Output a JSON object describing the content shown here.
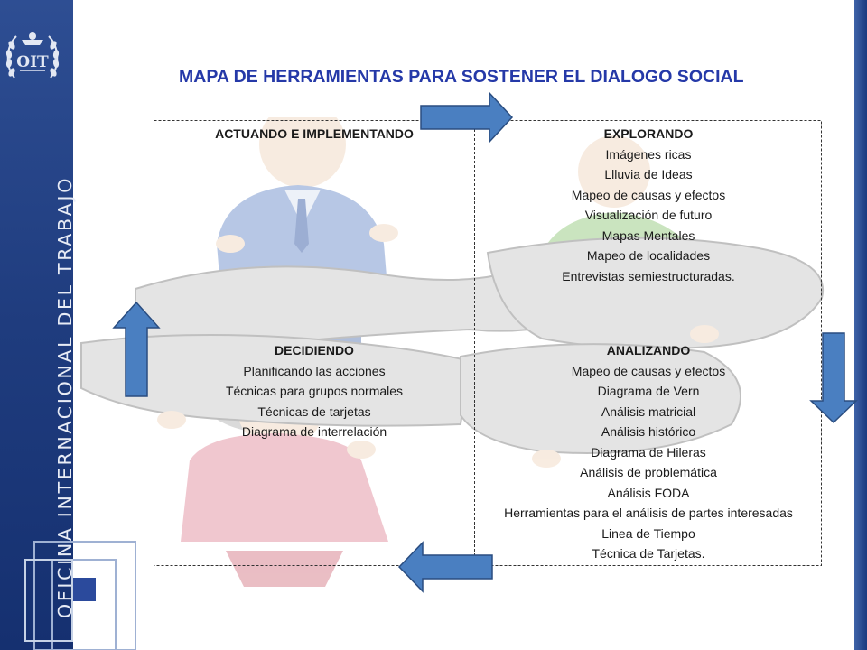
{
  "sidebar": {
    "vertical_text": "OFICINA INTERNACIONAL DEL TRABAJO",
    "logo_text": "OIT"
  },
  "title": "MAPA DE HERRAMIENTAS PARA SOSTENER EL DIALOGO SOCIAL",
  "quadrants": {
    "top_left": {
      "heading": "ACTUANDO E IMPLEMENTANDO",
      "items": []
    },
    "top_right": {
      "heading": "EXPLORANDO",
      "items": [
        "Imágenes ricas",
        "Llluvia de Ideas",
        "Mapeo de causas y efectos",
        "Visualización de futuro",
        "Mapas Mentales",
        "Mapeo de localidades",
        "Entrevistas semiestructuradas."
      ]
    },
    "bottom_left": {
      "heading": "DECIDIENDO",
      "items": [
        "Planificando las acciones",
        "Técnicas para grupos normales",
        "Técnicas de tarjetas",
        "Diagrama de interrelación"
      ]
    },
    "bottom_right": {
      "heading": "ANALIZANDO",
      "items": [
        "Mapeo de causas y efectos",
        "Diagrama de Vern",
        "Análisis matricial",
        "Análisis histórico",
        "Diagrama de Hileras",
        "Análisis de problemática",
        "Análisis FODA",
        "Herramientas para el análisis de partes interesadas",
        "Linea de Tiempo",
        "Técnica de Tarjetas."
      ]
    }
  },
  "colors": {
    "sidebar": "#1f3c7e",
    "title": "#2539a8",
    "arrow_fill": "#4a7fc1",
    "arrow_stroke": "#2a4d80"
  },
  "icons": [
    "oit-logo-icon",
    "arrow-right-icon",
    "arrow-down-icon",
    "arrow-left-icon",
    "arrow-up-icon"
  ]
}
